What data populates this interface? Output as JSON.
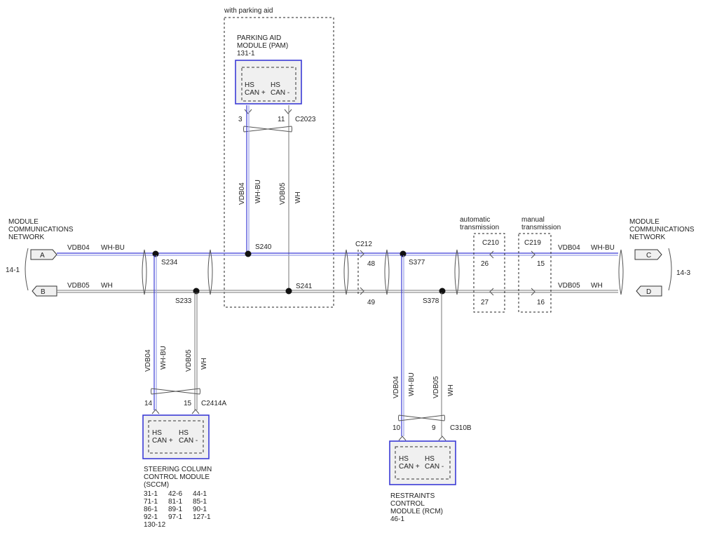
{
  "labels": {
    "with_parking_aid": "with parking aid",
    "pam_name": [
      "PARKING AID",
      "MODULE (PAM)",
      "131-1"
    ],
    "sccm_name": [
      "STEERING COLUMN",
      "CONTROL MODULE",
      "(SCCM)"
    ],
    "sccm_refs": [
      [
        "31-1",
        "42-6",
        "44-1"
      ],
      [
        "71-1",
        "81-1",
        "85-1"
      ],
      [
        "86-1",
        "89-1",
        "90-1"
      ],
      [
        "92-1",
        "97-1",
        "127-1"
      ],
      [
        "130-12",
        "",
        ""
      ]
    ],
    "rcm_name": [
      "RESTRAINTS",
      "CONTROL",
      "MODULE (RCM)",
      "46-1"
    ],
    "mcn_left": [
      "MODULE",
      "COMMUNICATIONS",
      "NETWORK"
    ],
    "mcn_right": [
      "MODULE",
      "COMMUNICATIONS",
      "NETWORK"
    ],
    "ref_left": "14-1",
    "ref_right": "14-3",
    "auto_trans": [
      "automatic",
      "transmission"
    ],
    "man_trans": [
      "manual",
      "transmission"
    ],
    "pin_hs": "HS",
    "pin_canp": "CAN +",
    "pin_canm": "CAN -",
    "conn_a": "A",
    "conn_b": "B",
    "conn_c": "C",
    "conn_d": "D",
    "vdb04": "VDB04",
    "vdb05": "VDB05",
    "whbu": "WH-BU",
    "wh": "WH",
    "splices": {
      "s234": "S234",
      "s233": "S233",
      "s240": "S240",
      "s241": "S241",
      "s377": "S377",
      "s378": "S378"
    },
    "connectors": {
      "c212": "C212",
      "c210": "C210",
      "c219": "C219",
      "c2023": "C2023",
      "c2414a": "C2414A",
      "c310b": "C310B"
    },
    "pins": {
      "p3": "3",
      "p11": "11",
      "p14": "14",
      "p15a": "15",
      "p48": "48",
      "p49": "49",
      "p26": "26",
      "p27": "27",
      "p15b": "15",
      "p16": "16",
      "p10": "10",
      "p9": "9"
    }
  }
}
